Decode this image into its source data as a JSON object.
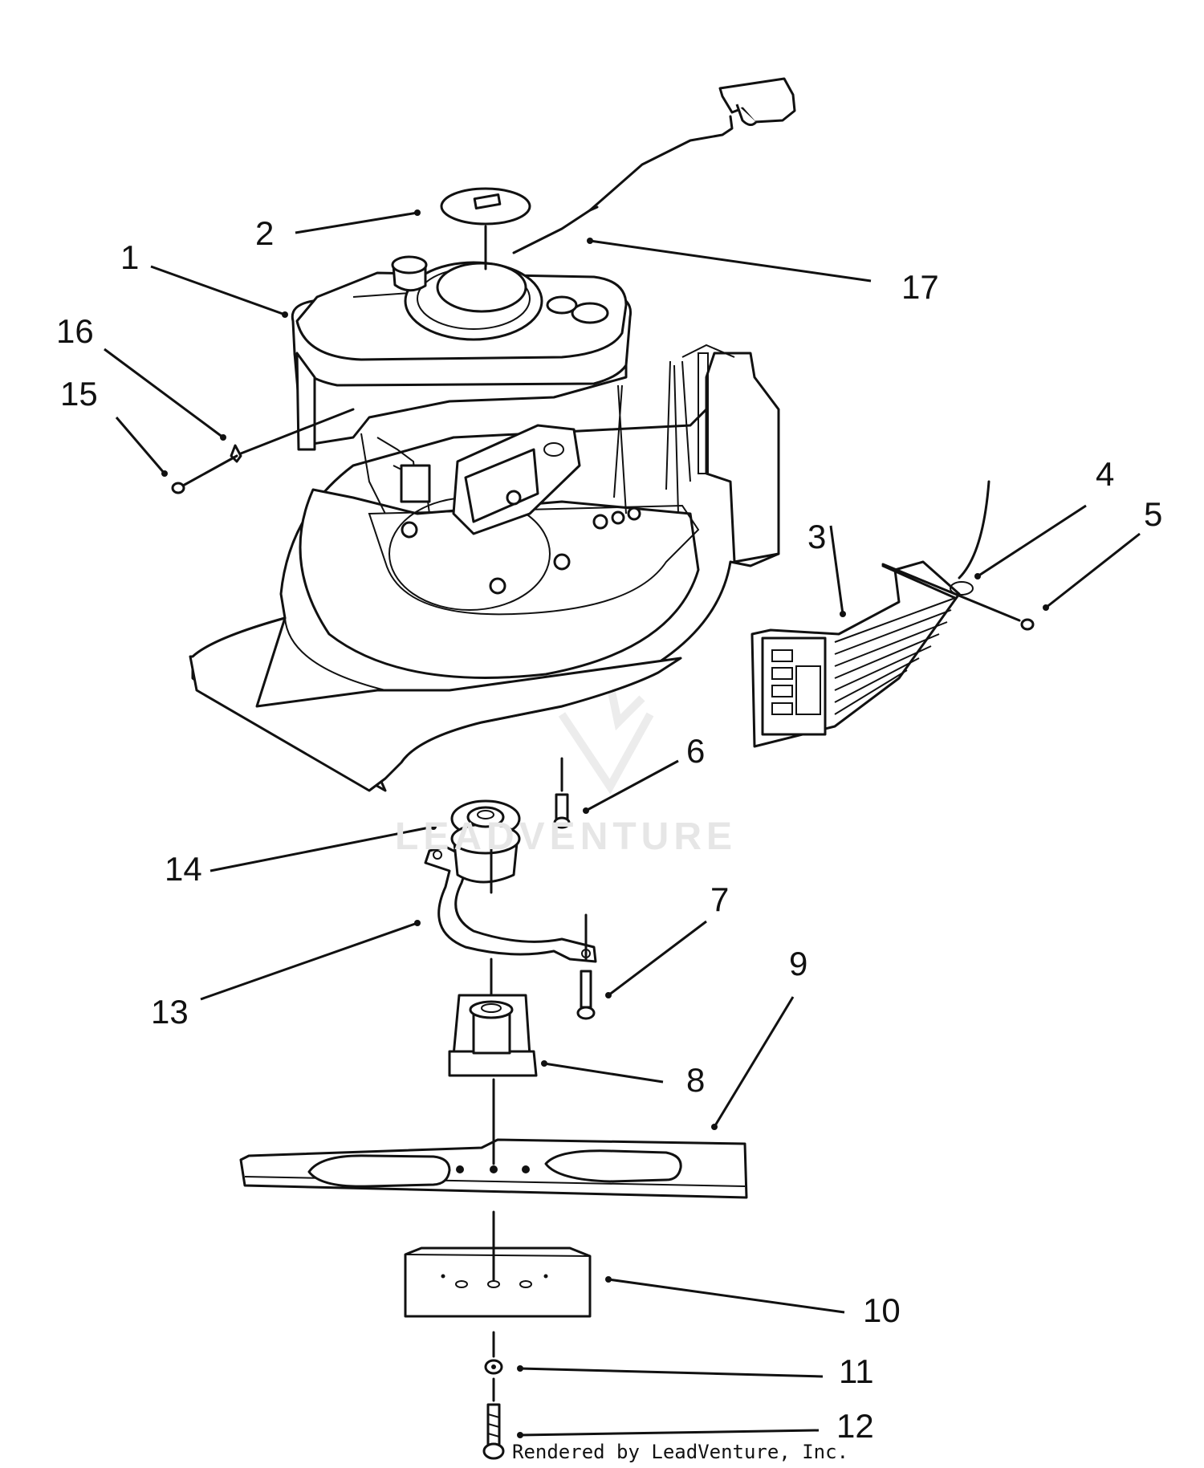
{
  "diagram": {
    "callouts": {
      "c1": "1",
      "c2": "2",
      "c3": "3",
      "c4": "4",
      "c5": "5",
      "c6": "6",
      "c7": "7",
      "c8": "8",
      "c9": "9",
      "c10": "10",
      "c11": "11",
      "c12": "12",
      "c13": "13",
      "c14": "14",
      "c15": "15",
      "c16": "16",
      "c17": "17"
    },
    "watermark_text": "LEADVENTURE",
    "credit": "Rendered by LeadVenture, Inc.",
    "colors": {
      "ink": "#111111",
      "paper": "#ffffff",
      "watermark": "#e6e6e6"
    }
  }
}
